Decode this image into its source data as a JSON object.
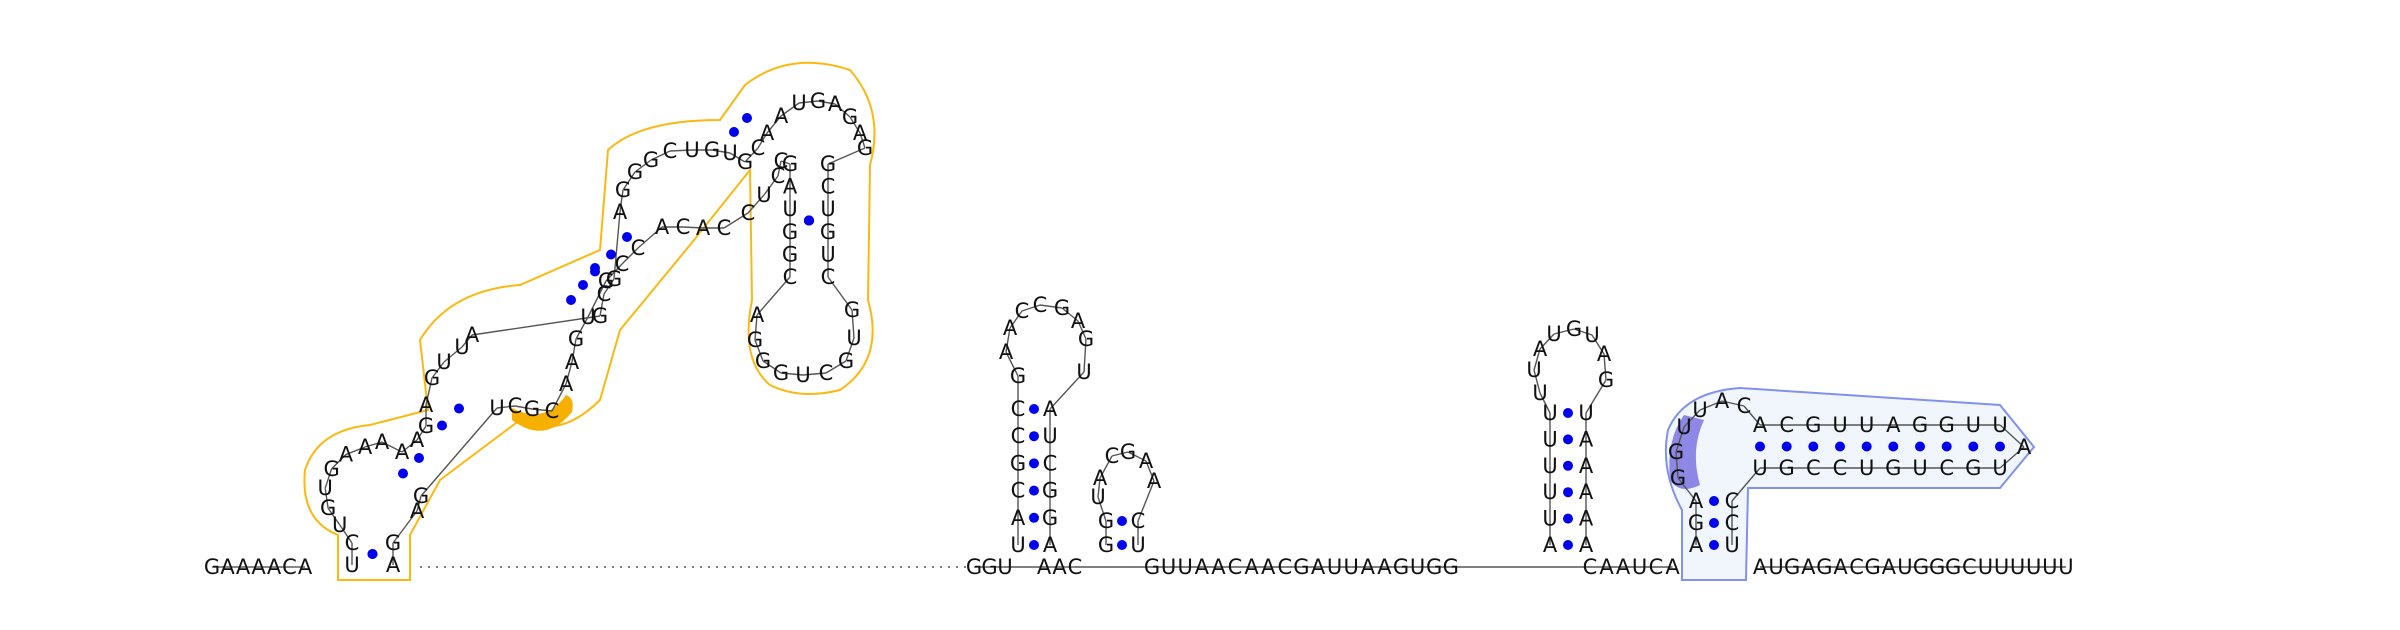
{
  "structure": {
    "five_prime_tail": "GAAAACA",
    "gap_region": "GGU",
    "hairpin_2_linker": "AAC",
    "linker_mid": "GUUAACAACGAUUAAGUGG",
    "linker_after_hairpin_4": "CAAUCA",
    "three_prime_tail": "AUGAGACGAUGGGCUUUUUU",
    "hairpin_1": {
      "helix_1_5p": "UC",
      "helix_1_3p": "GA",
      "loop_1_5p": "UGUGA",
      "loop_1_top": "AA",
      "helix_2_5p": "AA",
      "helix_2_3p": "GA",
      "helix_3_5p": "GAGUUA",
      "helix_3_3p": "UGAA",
      "loop_2": "CGCU",
      "helix_4_5p": "GCG",
      "helix_4_3p": "CCG",
      "loop_3_5p": "AGGGCUGUG",
      "loop_3_3p": "UCCACA",
      "helix_5_5p": "CA",
      "helix_5_3p": "CC",
      "terminal_loop": "AUGAGAG",
      "helix_6_5p": "GCUGUC",
      "helix_6_3p": "CGGUAG",
      "bottom_loop": "GUGCUGGGA"
    },
    "hairpin_2": {
      "stem_5p": "UACGCC",
      "stem_3p": "AUCGGA",
      "loop": "GAACCGAGU"
    },
    "hairpin_3": {
      "stem_5p": "GG",
      "stem_3p": "CU",
      "loop": "UACGAA"
    },
    "hairpin_4": {
      "stem_5p": "AUUUUU",
      "stem_3p": "UAAAAA",
      "loop": "UUAUGUAG"
    },
    "hairpin_5": {
      "helix_outer_5p": "AGA",
      "helix_outer_3p": "CCU",
      "loop_5p": "GGUUAC",
      "helix_inner_5p": "ACGUUAGGUU",
      "helix_inner_3p": "UGCUGUCCGU",
      "tip": "A"
    }
  },
  "colors": {
    "highlight_orange": "#f9b911",
    "highlight_orange_fill": "#f5b000",
    "highlight_blue": "#8191ec",
    "highlight_blue_fill": "#d8e4f8",
    "highlight_purple": "#8d87e6",
    "pair_dot": "#0000ee",
    "backbone": "#555555",
    "nucleotide_text": "#111111"
  }
}
